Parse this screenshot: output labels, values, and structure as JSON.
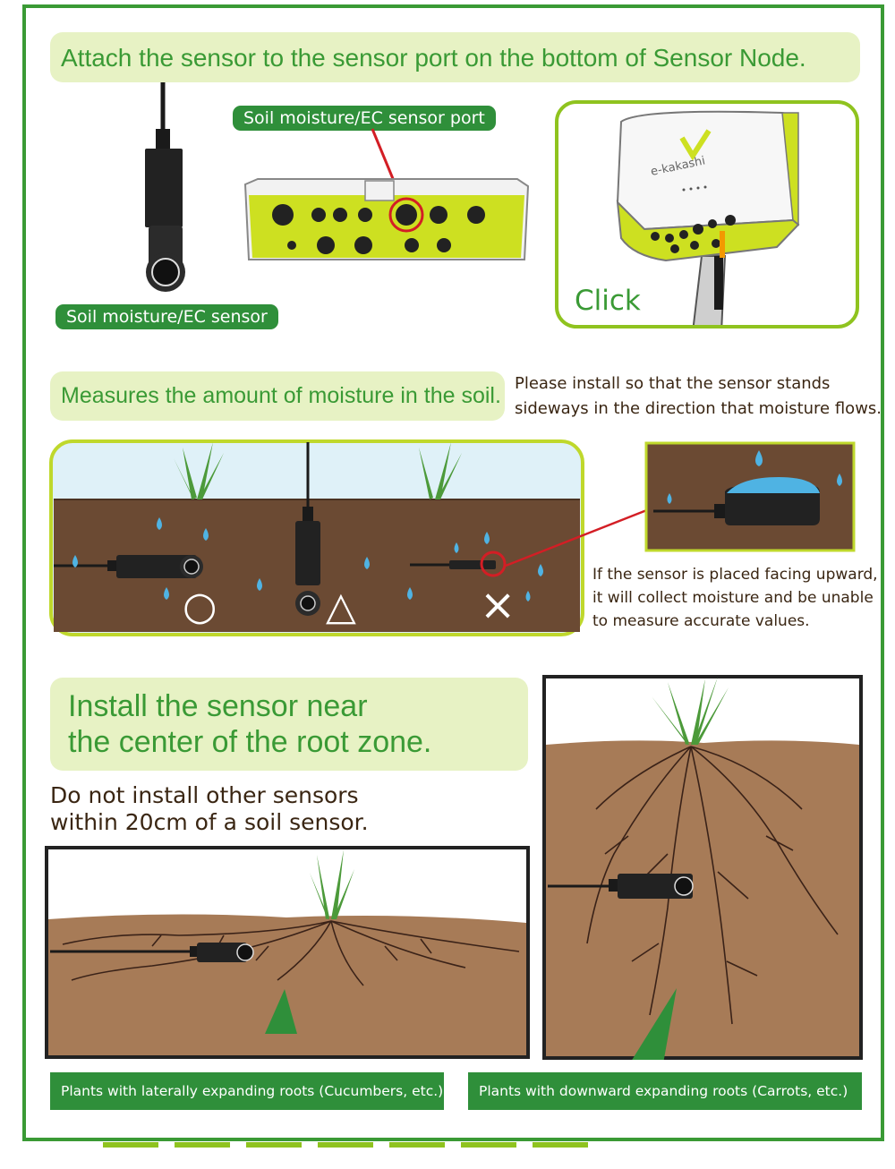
{
  "section1": {
    "title": "Attach the sensor to the sensor port on the bottom of Sensor Node.",
    "port_label": "Soil moisture/EC sensor port",
    "sensor_label": "Soil moisture/EC sensor",
    "brand": "e-kakashi",
    "click_label": "Click"
  },
  "section2": {
    "title": "Measures the amount of moisture in the soil.",
    "note_line1": "Please install so that the sensor stands",
    "note_line2": "sideways in the direction that moisture flows.",
    "warning_line1": "If the sensor is placed facing upward,",
    "warning_line2": "it will collect moisture and be unable",
    "warning_line3": "to measure accurate values.",
    "marks": [
      "○",
      "△",
      "×"
    ]
  },
  "section3": {
    "title_line1": "Install the sensor near",
    "title_line2": "the center of the root zone.",
    "note_line1": "Do not install other sensors",
    "note_line2": "within 20cm of a soil sensor.",
    "lateral_label": "Plants with laterally expanding roots (Cucumbers, etc.)",
    "downward_label": "Plants with downward expanding roots (Carrots, etc.)"
  },
  "colors": {
    "frame_green": "#3a9a35",
    "pill_bg": "#e7f2c4",
    "tag_green": "#2f8f3a",
    "device_lime": "#cde021",
    "soil_brown": "#6b4a33",
    "water_blue": "#4fb3e3"
  }
}
